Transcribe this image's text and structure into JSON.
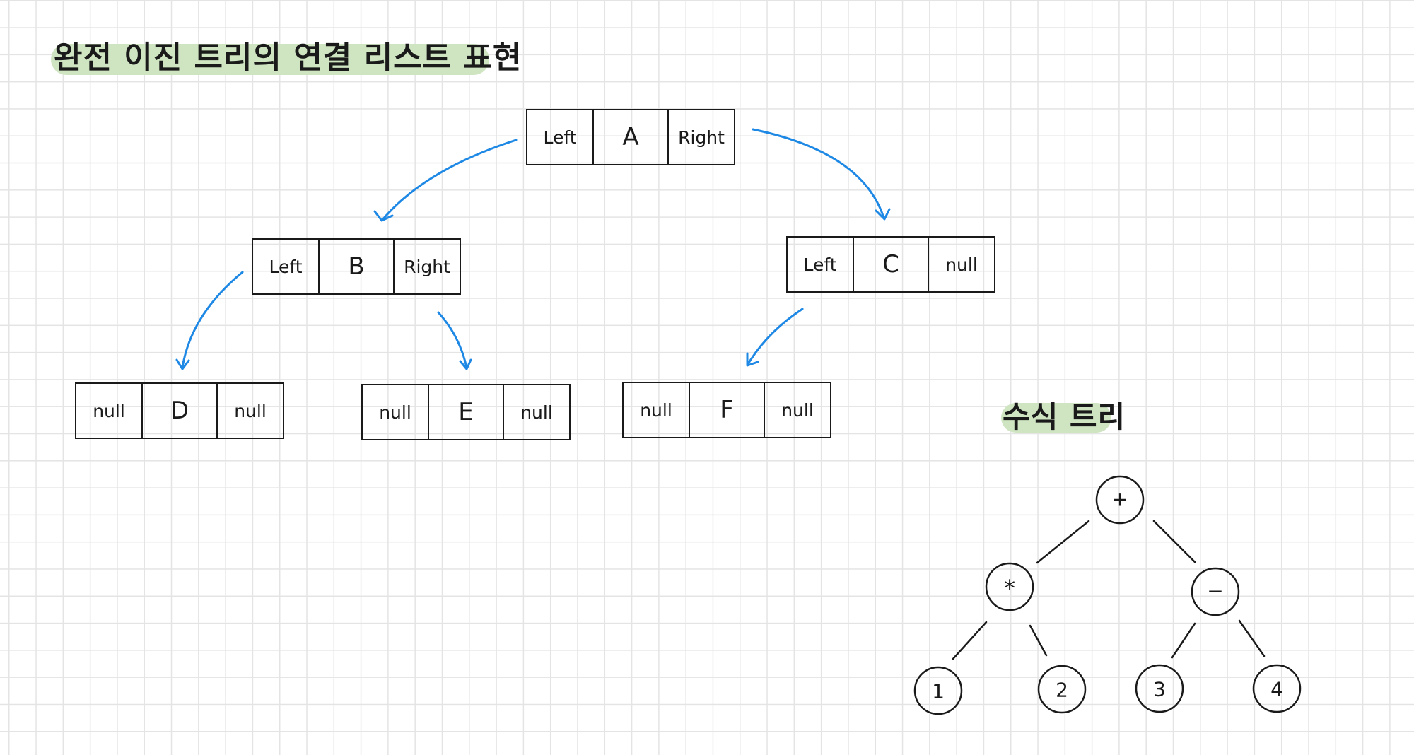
{
  "titles": {
    "main": "완전 이진 트리의 연결 리스트 표현",
    "expression": "수식 트리"
  },
  "linked_nodes": {
    "a": {
      "left": "Left",
      "value": "A",
      "right": "Right"
    },
    "b": {
      "left": "Left",
      "value": "B",
      "right": "Right"
    },
    "c": {
      "left": "Left",
      "value": "C",
      "right": "null"
    },
    "d": {
      "left": "null",
      "value": "D",
      "right": "null"
    },
    "e": {
      "left": "null",
      "value": "E",
      "right": "null"
    },
    "f": {
      "left": "null",
      "value": "F",
      "right": "null"
    }
  },
  "expression_tree": {
    "root": "+",
    "left": "*",
    "right": "−",
    "leaf1": "1",
    "leaf2": "2",
    "leaf3": "3",
    "leaf4": "4"
  },
  "colors": {
    "arrow": "#1e88e5",
    "highlight": "#cfe5c2",
    "ink": "#1a1a1a"
  }
}
